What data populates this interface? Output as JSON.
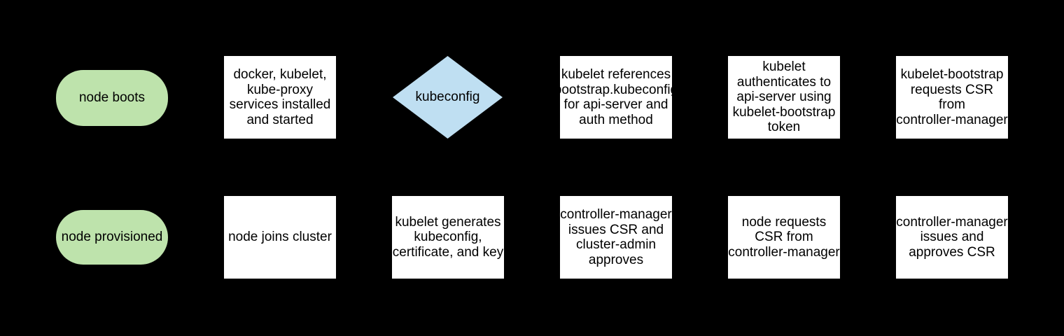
{
  "palette": {
    "background": "#000000",
    "terminator_fill": "#bee3ac",
    "decision_fill": "#bfdff2",
    "process_fill": "#ffffff",
    "text": "#000000"
  },
  "nodes": [
    {
      "id": "node-boots",
      "shape": "terminator",
      "row": "top",
      "lines": [
        "node boots"
      ]
    },
    {
      "id": "services-installed",
      "shape": "process",
      "row": "top",
      "lines": [
        "docker, kubelet,",
        "kube-proxy",
        "services installed",
        "and started"
      ]
    },
    {
      "id": "kubeconfig-decision",
      "shape": "decision",
      "row": "top",
      "lines": [
        "kubeconfig"
      ]
    },
    {
      "id": "kubelet-references-bootstrap-kubeconfig",
      "shape": "process",
      "row": "top",
      "lines": [
        "kubelet references",
        "bootstrap.kubeconfig",
        "for api-server and",
        "auth method"
      ]
    },
    {
      "id": "kubelet-authenticates",
      "shape": "process",
      "row": "top",
      "lines": [
        "kubelet",
        "authenticates to",
        "api-server using",
        "kubelet-bootstrap",
        "token"
      ]
    },
    {
      "id": "kubelet-bootstrap-requests-csr",
      "shape": "process",
      "row": "top",
      "lines": [
        "kubelet-bootstrap",
        "requests CSR",
        "from",
        "controller-manager"
      ]
    },
    {
      "id": "node-provisioned",
      "shape": "terminator",
      "row": "bottom",
      "lines": [
        "node provisioned"
      ]
    },
    {
      "id": "node-joins-cluster",
      "shape": "process",
      "row": "bottom",
      "lines": [
        "node joins cluster"
      ]
    },
    {
      "id": "kubelet-generates-kubeconfig",
      "shape": "process",
      "row": "bottom",
      "lines": [
        "kubelet generates",
        "kubeconfig,",
        "certificate, and key"
      ]
    },
    {
      "id": "controller-manager-issues-csr-cluster-admin-approves",
      "shape": "process",
      "row": "bottom",
      "lines": [
        "controller-manager",
        "issues CSR and",
        "cluster-admin",
        "approves"
      ]
    },
    {
      "id": "node-requests-csr",
      "shape": "process",
      "row": "bottom",
      "lines": [
        "node requests",
        "CSR from",
        "controller-manager"
      ]
    },
    {
      "id": "controller-manager-issues-and-approves-csr",
      "shape": "process",
      "row": "bottom",
      "lines": [
        "controller-manager",
        "issues and",
        "approves CSR"
      ]
    }
  ]
}
